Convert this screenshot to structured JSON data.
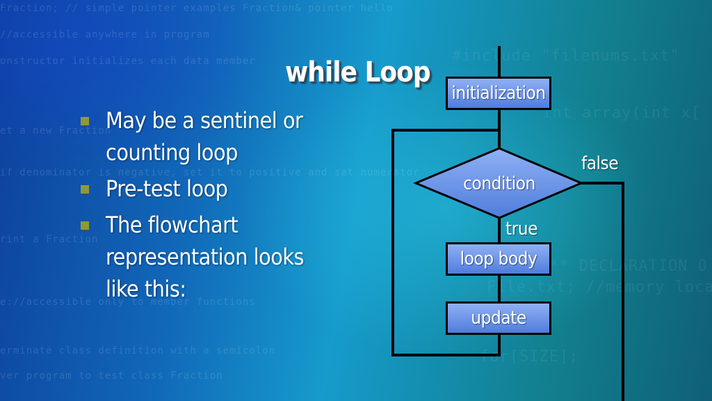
{
  "slide": {
    "title": "while Loop",
    "bullets": [
      "May be a sentinel or counting loop",
      "Pre-test loop",
      "The flowchart representation looks like this:"
    ]
  },
  "flowchart": {
    "nodes": {
      "initialization": "initialization",
      "condition": "condition",
      "loop_body": "loop body",
      "update": "update"
    },
    "edges": {
      "false_label": "false",
      "true_label": "true"
    }
  },
  "colors": {
    "node_fill_top": "#8fb0f4",
    "node_fill_bottom": "#4f7ddc",
    "bullet_marker": "#8c9a3a",
    "line": "#000000"
  }
}
